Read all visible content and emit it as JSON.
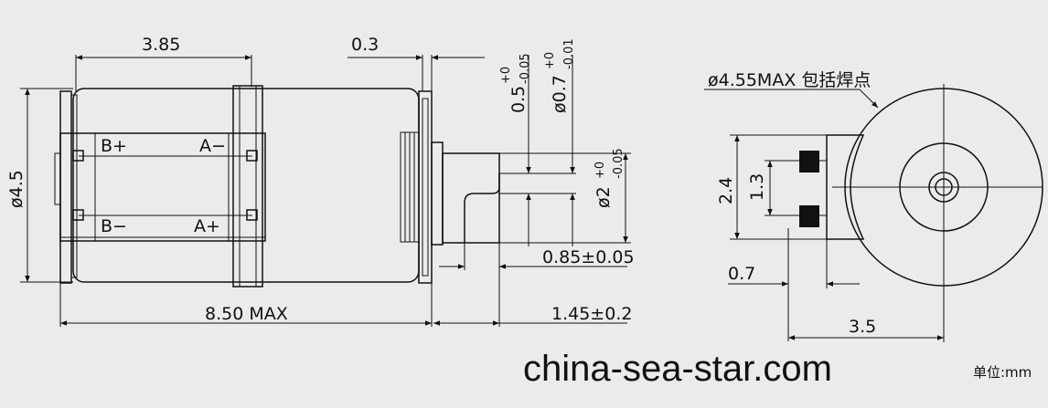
{
  "side_view": {
    "width_top": "3.85",
    "gap_top": "0.3",
    "flat_tol": "0.5",
    "flat_tol_upper": "+0",
    "flat_tol_lower": "-0.05",
    "shaft_tol": "ø0.7",
    "shaft_tol_upper": "+0",
    "shaft_tol_lower": "-0.01",
    "diameter_left": "ø4.5",
    "shaft_dia": "ø2",
    "shaft_dia_upper": "+0",
    "shaft_dia_lower": "-0.05",
    "shaft_len": "0.85±0.05",
    "total_length": "8.50 MAX",
    "shaft_total": "1.45±0.2",
    "pins": [
      "B+",
      "A−",
      "B−",
      "A+"
    ]
  },
  "end_view": {
    "max_dia": "ø4.55MAX 包括焊点",
    "terminal_span": "2.4",
    "terminal_pitch": "1.3",
    "offset": "0.7",
    "depth": "3.5"
  },
  "watermark": "china-sea-star.com",
  "unit_label": "单位:mm"
}
